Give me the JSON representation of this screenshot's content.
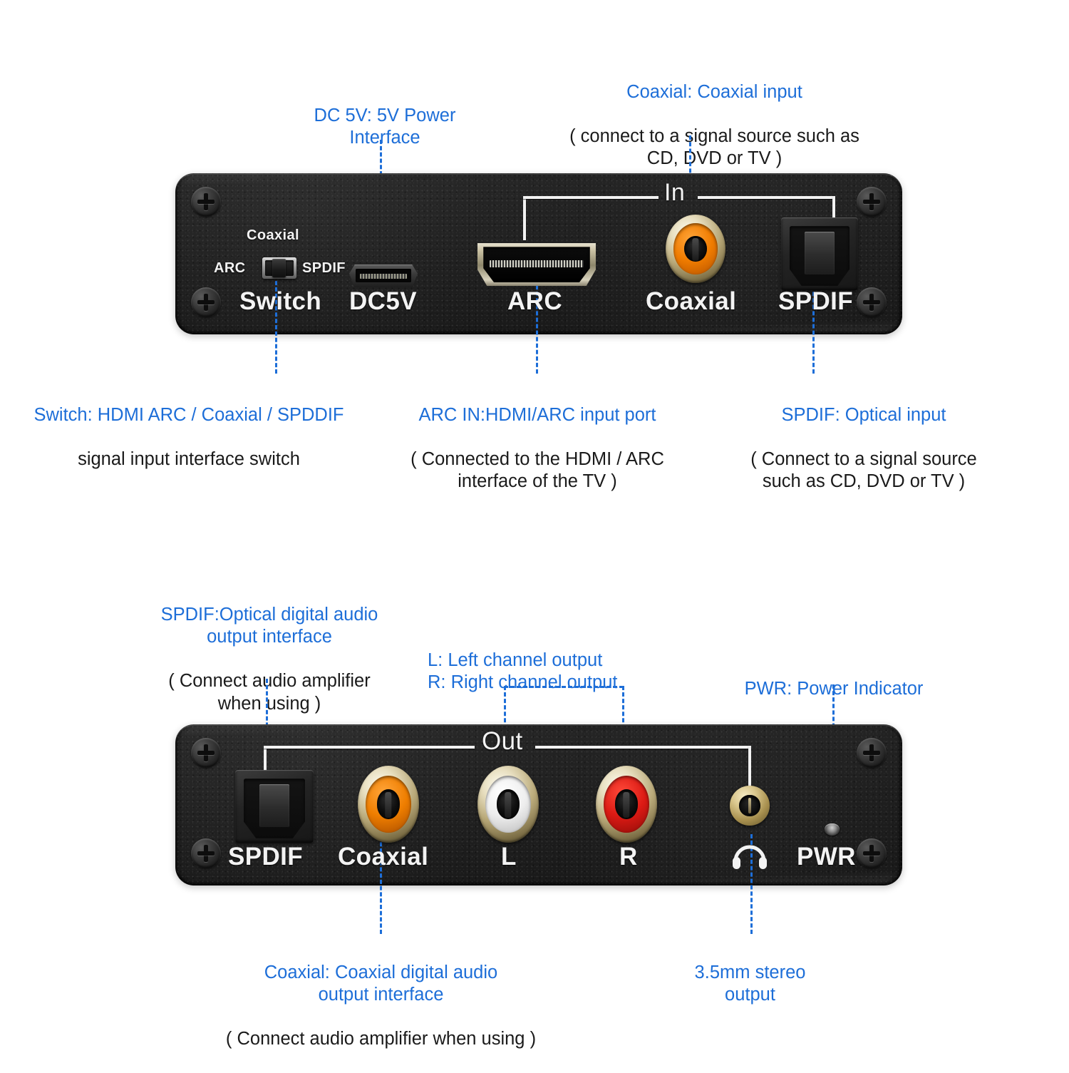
{
  "theme": {
    "annotation_blue": "#1d6ed8",
    "annotation_black": "#1a1a1a",
    "body_black": "#1b1b1b",
    "silk_white": "#f3f3f3",
    "coaxial_orange": "#f08000",
    "left_white": "#f2f2f2",
    "right_red": "#d91d1d",
    "gold": "#c9b26a"
  },
  "top_panel": {
    "bracket_label": "In",
    "ports": [
      {
        "id": "switch",
        "label": "Switch",
        "icon": "slide-switch"
      },
      {
        "id": "dc5v",
        "label": "DC5V",
        "icon": "micro-usb-port"
      },
      {
        "id": "arc",
        "label": "ARC",
        "icon": "hdmi-port"
      },
      {
        "id": "coaxial",
        "label": "Coaxial",
        "icon": "rca-jack-orange"
      },
      {
        "id": "spdif",
        "label": "SPDIF",
        "icon": "toslink-optical-port"
      }
    ],
    "switch_labels": {
      "top": "Coaxial",
      "left": "ARC",
      "right": "SPDIF"
    }
  },
  "bottom_panel": {
    "bracket_label": "Out",
    "ports": [
      {
        "id": "spdif",
        "label": "SPDIF",
        "icon": "toslink-optical-port"
      },
      {
        "id": "coaxial",
        "label": "Coaxial",
        "icon": "rca-jack-orange"
      },
      {
        "id": "left",
        "label": "L",
        "icon": "rca-jack-white"
      },
      {
        "id": "right",
        "label": "R",
        "icon": "rca-jack-red"
      },
      {
        "id": "headphone",
        "label": "",
        "icon": "headphone-icon"
      },
      {
        "id": "pwr",
        "label": "PWR",
        "icon": "power-led"
      }
    ]
  },
  "annotations": {
    "dc5v": {
      "title": "DC 5V: 5V Power\nInterface",
      "detail": ""
    },
    "coax_in": {
      "title": "Coaxial: Coaxial input",
      "detail": "( connect to a signal source such as\nCD, DVD or TV )"
    },
    "switch": {
      "title": "Switch: HDMI ARC / Coaxial / SPDDIF",
      "detail": "signal input interface switch"
    },
    "arc_in": {
      "title": "ARC IN:HDMI/ARC input port",
      "detail": "( Connected to the HDMI / ARC\ninterface of the TV )"
    },
    "spdif_in": {
      "title": "SPDIF: Optical input",
      "detail": "( Connect to a signal source\nsuch as CD, DVD or TV )"
    },
    "spdif_out": {
      "title": "SPDIF:Optical digital audio\noutput interface",
      "detail": "( Connect audio amplifier\nwhen using )"
    },
    "lr_out": {
      "title": "L: Left channel output\nR: Right channel output",
      "detail": ""
    },
    "pwr": {
      "title": "PWR: Power Indicator",
      "detail": ""
    },
    "coax_out": {
      "title": "Coaxial: Coaxial digital audio\noutput interface",
      "detail": "( Connect audio amplifier when using )"
    },
    "stereo_out": {
      "title": "3.5mm stereo\noutput",
      "detail": ""
    }
  }
}
